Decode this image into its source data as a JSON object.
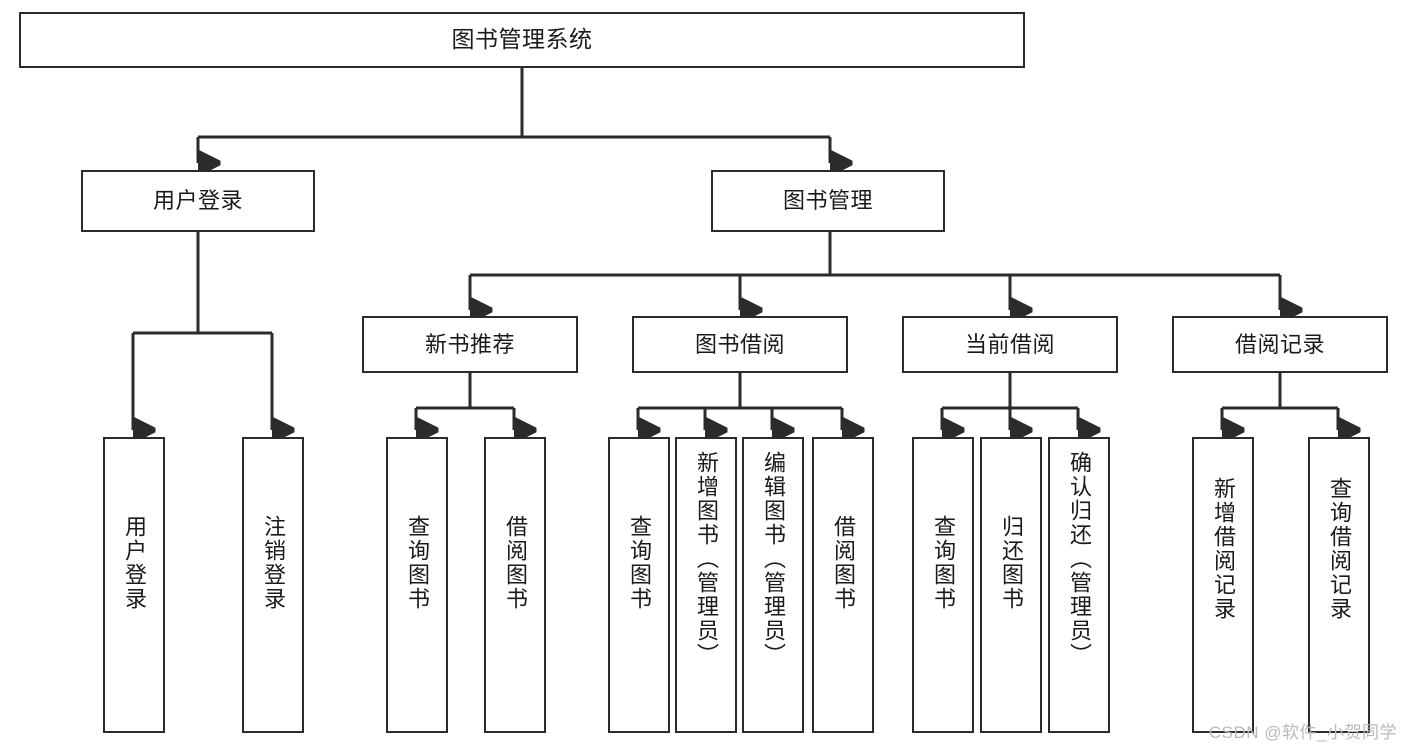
{
  "diagram": {
    "title": "图书管理系统",
    "type": "tree",
    "root": {
      "label": "图书管理系统"
    },
    "level1": [
      {
        "id": "user-login",
        "label": "用户登录"
      },
      {
        "id": "book-management",
        "label": "图书管理"
      }
    ],
    "level2": [
      {
        "id": "new-book-recommend",
        "label": "新书推荐",
        "parent": "book-management"
      },
      {
        "id": "book-borrow",
        "label": "图书借阅",
        "parent": "book-management"
      },
      {
        "id": "current-borrow",
        "label": "当前借阅",
        "parent": "book-management"
      },
      {
        "id": "borrow-record",
        "label": "借阅记录",
        "parent": "book-management"
      }
    ],
    "leaves": [
      {
        "id": "leaf-user-login",
        "label": "用户登录",
        "parent": "user-login"
      },
      {
        "id": "leaf-logout-login",
        "label": "注销登录",
        "parent": "user-login"
      },
      {
        "id": "leaf-query-book-1",
        "label": "查询图书",
        "parent": "new-book-recommend"
      },
      {
        "id": "leaf-borrow-book-1",
        "label": "借阅图书",
        "parent": "new-book-recommend"
      },
      {
        "id": "leaf-query-book-2",
        "label": "查询图书",
        "parent": "book-borrow"
      },
      {
        "id": "leaf-add-book",
        "label": "新增图书（管理员）",
        "parent": "book-borrow"
      },
      {
        "id": "leaf-edit-book",
        "label": "编辑图书（管理员）",
        "parent": "book-borrow"
      },
      {
        "id": "leaf-borrow-book-2",
        "label": "借阅图书",
        "parent": "book-borrow"
      },
      {
        "id": "leaf-query-book-3",
        "label": "查询图书",
        "parent": "current-borrow"
      },
      {
        "id": "leaf-return-book",
        "label": "归还图书",
        "parent": "current-borrow"
      },
      {
        "id": "leaf-confirm-return",
        "label": "确认归还（管理员）",
        "parent": "current-borrow"
      },
      {
        "id": "leaf-add-record",
        "label": "新增借阅记录",
        "parent": "borrow-record"
      },
      {
        "id": "leaf-query-record",
        "label": "查询借阅记录",
        "parent": "borrow-record"
      }
    ]
  },
  "watermark": {
    "text": "CSDN @软件_小贺同学"
  },
  "colors": {
    "stroke": "#2b2b2b",
    "background": "#ffffff",
    "text": "#1a1a1a",
    "watermark": "#b9b9b9"
  }
}
